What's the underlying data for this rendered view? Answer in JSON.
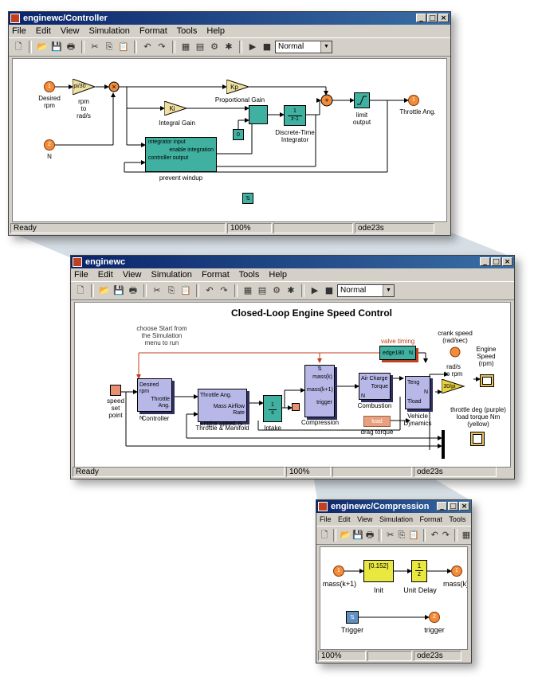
{
  "menu": [
    "File",
    "Edit",
    "View",
    "Simulation",
    "Format",
    "Tools",
    "Help"
  ],
  "sim_mode": "Normal",
  "controller": {
    "title": "enginewc/Controller",
    "status": {
      "state": "Ready",
      "zoom": "100%",
      "solver": "ode23s"
    },
    "labels": {
      "desired_rpm_port": "1",
      "desired_rpm": "Desired\nrpm",
      "n_port": "2",
      "n": "N",
      "gain_pi30": "pi/30",
      "rpm_to_rads": "rpm\nto\nrad/s",
      "kp": "Kp",
      "prop_gain": "Proportional Gain",
      "ki": "Ki",
      "int_gain": "Integral Gain",
      "dt_int_num": "1",
      "dt_int_den": "z-1",
      "dt_int": "Discrete-Time\nIntegrator",
      "limit_output": "limit\noutput",
      "throttle_port": "1",
      "throttle_ang": "Throttle Ang.",
      "const0": "0",
      "sub_in1": "integrator input",
      "sub_in2": "enable integration",
      "sub_in3": "controller output",
      "prevent_windup": "prevent windup"
    }
  },
  "enginewc": {
    "title": "enginewc",
    "diagram_title": "Closed-Loop Engine Speed Control",
    "status": {
      "state": "Ready",
      "zoom": "100%",
      "solver": "ode23s"
    },
    "labels": {
      "choose_start": "choose Start from\nthe Simulation\nmenu to run",
      "speed_set_point": "speed\nset\npoint",
      "ctrl_desired": "Desired rpm",
      "ctrl_throttle": "Throttle Ang.",
      "ctrl_n": "N",
      "controller": "Controller",
      "tm_throttle": "Throttle Ang.",
      "tm_mass": "Mass Airflow Rate",
      "tm_speed": "Engine Speed, N",
      "throttle_manifold": "Throttle & Manifold",
      "intake_num": "1",
      "intake_den": "s",
      "intake": "Intake",
      "comp_massk": "mass(k)",
      "comp_massk1": "mass(k+1)",
      "comp_trigger": "trigger",
      "compression": "Compression",
      "valve_timing": "valve timing",
      "edge180": "edge180",
      "edge_n": "N",
      "crank_speed": "crank speed\n(rad/sec)",
      "comb_aircharge": "Air Charge",
      "comb_torque": "Torque",
      "comb_n": "N",
      "combustion": "Combustion",
      "vd_teng": "Teng",
      "vd_n": "N",
      "vd_tload": "Tload",
      "vehicle_dynamics": "Vehicle\nDynamics",
      "load": "load",
      "drag_torque": "drag torque",
      "rads_to_rpm": "rad/s\nto rpm",
      "gain_30pi": "30/pi",
      "engine_speed": "Engine\nSpeed\n(rpm)",
      "throttle_deg": "throttle deg (purple)\nload torque Nm\n(yellow)"
    }
  },
  "compression": {
    "title": "enginewc/Compression",
    "status": {
      "state": "",
      "zoom": "100%",
      "solver": "ode23s"
    },
    "labels": {
      "massk1_port": "1",
      "massk1": "mass(k+1)",
      "init_value": "[0.152]",
      "init": "Init",
      "ud_num": "1",
      "ud_den": "z",
      "unit_delay": "Unit Delay",
      "massk_port": "1",
      "massk": "mass(k)",
      "trigger_block": "Trigger",
      "trigger_port": "2",
      "trigger": "trigger"
    }
  },
  "colors": {
    "port": "#f08c3c",
    "gain": "#f0e0a0",
    "subsystem": "#40b0a0",
    "discrete": "#40b0a0",
    "compression_yellow": "#e8e840",
    "titlebar": "#0a246a",
    "shade": "#cdd6de"
  }
}
